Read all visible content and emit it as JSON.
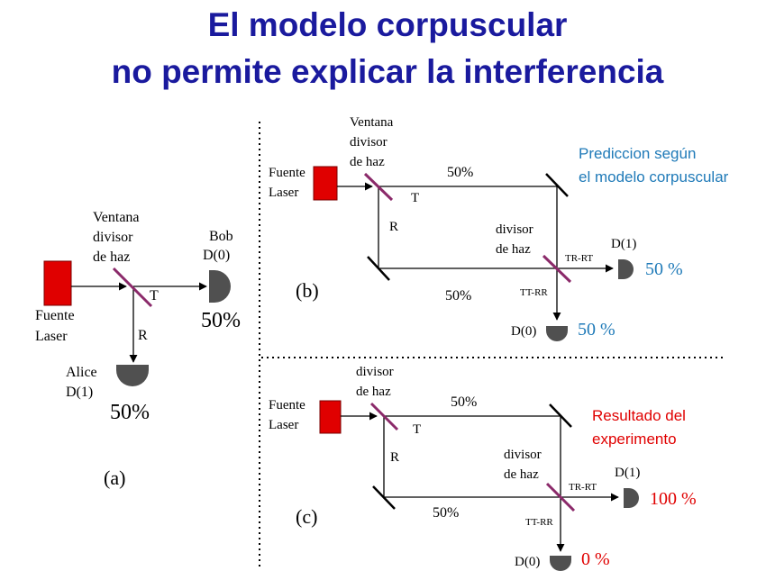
{
  "title": {
    "line1": "El modelo corpuscular",
    "line2": "no permite explicar la interferencia"
  },
  "colors": {
    "title": "#1a1a9e",
    "laser": "#e00000",
    "splitter": "#8b2a6a",
    "detector": "#505050",
    "prediction": "#1f7ab8",
    "result": "#e00000"
  },
  "panel_a": {
    "beamsplitter_label": [
      "Ventana",
      "divisor",
      "de haz"
    ],
    "source_label": [
      "Fuente",
      "Laser"
    ],
    "t_label": "T",
    "r_label": "R",
    "bob_label": [
      "Bob",
      "D(0)"
    ],
    "bob_percent": "50%",
    "alice_label": [
      "Alice",
      "D(1)"
    ],
    "alice_percent": "50%",
    "caption": "(a)"
  },
  "panel_b": {
    "beamsplitter_label": [
      "Ventana",
      "divisor",
      "de haz"
    ],
    "source_label": [
      "Fuente",
      "Laser"
    ],
    "t_label": "T",
    "r_label": "R",
    "top_percent": "50%",
    "bottom_percent": "50%",
    "second_splitter_label": [
      "divisor",
      "de haz"
    ],
    "tr_rt": "TR-RT",
    "tt_rr": "TT-RR",
    "d1_label": "D(1)",
    "d1_percent": "50 %",
    "d0_label": "D(0)",
    "d0_percent": "50 %",
    "note": [
      "Prediccion según",
      "el modelo corpuscular"
    ],
    "caption": "(b)"
  },
  "panel_c": {
    "beamsplitter_label": [
      "divisor",
      "de haz"
    ],
    "source_label": [
      "Fuente",
      "Laser"
    ],
    "t_label": "T",
    "r_label": "R",
    "top_percent": "50%",
    "bottom_percent": "50%",
    "second_splitter_label": [
      "divisor",
      "de haz"
    ],
    "tr_rt": "TR-RT",
    "tt_rr": "TT-RR",
    "d1_label": "D(1)",
    "d1_percent": "100 %",
    "d0_label": "D(0)",
    "d0_percent": "0 %",
    "note": [
      "Resultado del",
      "experimento"
    ],
    "caption": "(c)"
  }
}
